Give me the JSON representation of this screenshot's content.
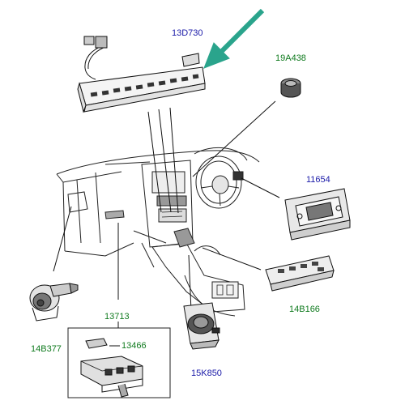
{
  "diagram": {
    "accent_arrow_color": "#2aa48c",
    "label_colors": {
      "blue": "#1a1aa8",
      "green": "#0f7a1e"
    },
    "labels": [
      {
        "id": "13D730",
        "text": "13D730",
        "color": "blue"
      },
      {
        "id": "19A438",
        "text": "19A438",
        "color": "green"
      },
      {
        "id": "11654",
        "text": "11654",
        "color": "blue"
      },
      {
        "id": "14B166",
        "text": "14B166",
        "color": "green"
      },
      {
        "id": "13713",
        "text": "13713",
        "color": "green"
      },
      {
        "id": "13466",
        "text": "13466",
        "color": "green"
      },
      {
        "id": "14B377",
        "text": "14B377",
        "color": "green"
      },
      {
        "id": "15K850",
        "text": "15K850",
        "color": "blue"
      }
    ]
  }
}
